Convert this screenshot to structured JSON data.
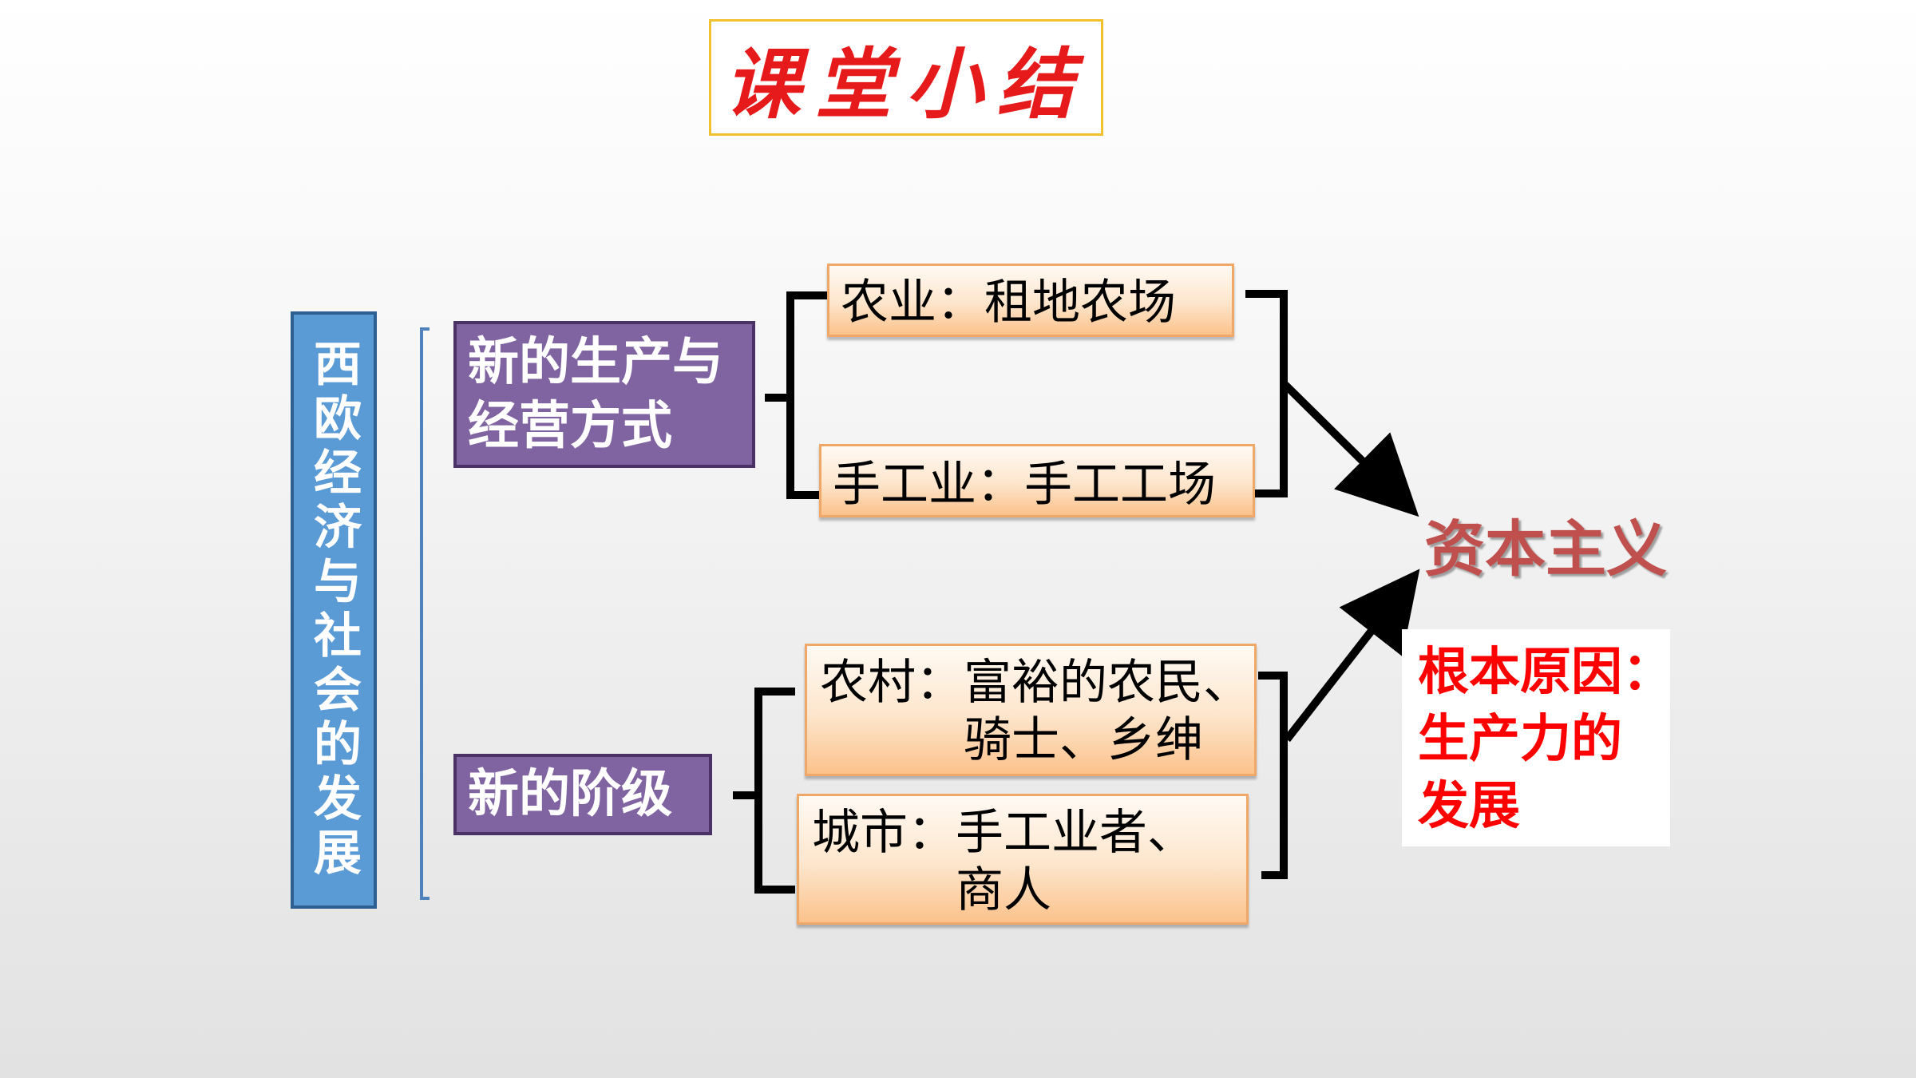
{
  "title": "课堂小结",
  "root": "西欧经济与社会的发展",
  "branch1": {
    "label_line1": "新的生产与",
    "label_line2": "经营方式"
  },
  "branch2": {
    "label": "新的阶级"
  },
  "leaf_agri": "农业：租地农场",
  "leaf_craft": "手工业：手工工场",
  "leaf_rural": {
    "line1": "农村：富裕的农民、",
    "line2": "骑士、乡绅"
  },
  "leaf_urban": {
    "line1": "城市：手工业者、",
    "line2": "商人"
  },
  "result": "资本主义",
  "reason": {
    "line1": "根本原因：",
    "line2": "生产力的",
    "line3": "发展"
  },
  "colors": {
    "title_text": "#e61a1a",
    "title_border": "#f2c12e",
    "root_fill": "#5b9bd5",
    "branch_fill": "#8064a2",
    "leaf_fill": "#fde5cb",
    "result_text": "#c0504d",
    "reason_text": "#ff0000"
  }
}
